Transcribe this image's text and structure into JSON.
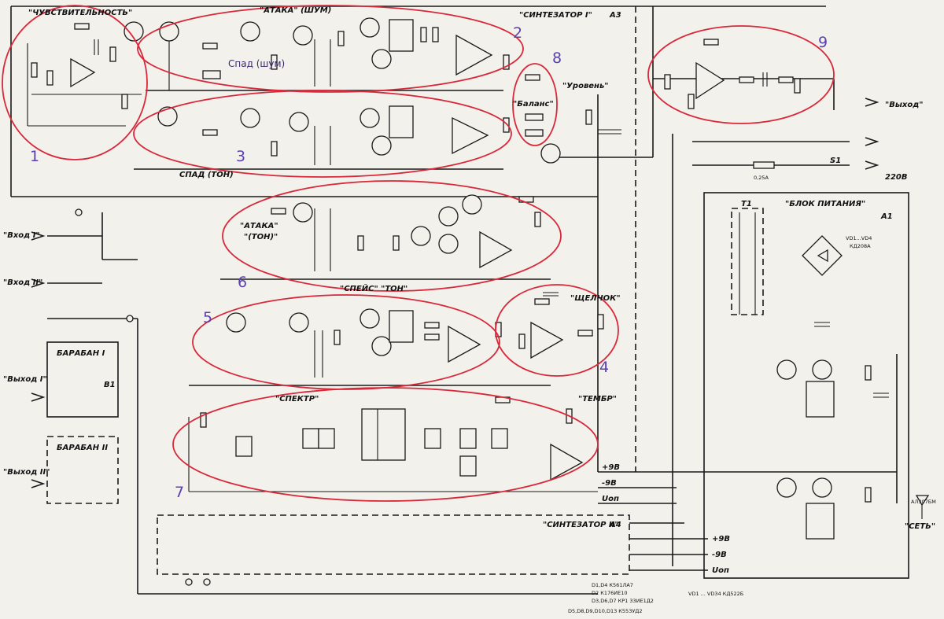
{
  "labels": {
    "sensitivity": "\"ЧУВСТВИТЕЛЬНОСТЬ\"",
    "attack_noise": "\"АТАКА\" (ШУМ)",
    "synth1": "\"СИНТЕЗАТОР I\"",
    "a3": "A3",
    "decay_noise": "Спад (шум)",
    "decay_tone": "СПАД (ТОН)",
    "level": "\"Уровень\"",
    "balance": "\"Баланс\"",
    "attack_tone_1": "\"АТАКА\"",
    "attack_tone_2": "\"(ТОН)\"",
    "power": "\"БЛОК ПИТАНИЯ\"",
    "a1": "A1",
    "t1": "T1",
    "fuse": "0,25А",
    "s1": "S1",
    "mains_v": "220В",
    "output": "\"Выход\"",
    "spaces_tone": "\"СПЕЙС\" \"ТОН\"",
    "click": "\"ЩЕЛЧОК\"",
    "drum1": "БАРАБАН I",
    "drum2": "БАРАБАН II",
    "out1": "\"Выход I\"",
    "out2": "\"Выход II\"",
    "in1": "\"Вход I\"",
    "in2": "\"Вход II\"",
    "spectrum": "\"СПЕКТР\"",
    "timbre": "\"ТЕМБР\"",
    "synth2": "\"СИНТЕЗАТОР II\"",
    "a4": "A4",
    "mains_label": "\"СЕТЬ\"",
    "supply_p9": "+9В",
    "supply_m9": "-9В",
    "uon": "Uоп",
    "b1": "B1",
    "led": "АЛ307БМ",
    "diode_bridge": "КД208А",
    "vd_bridge": "VD1...VD4",
    "parts_note_1": "D1,D4 К561ЛА7",
    "parts_note_2": "D2 К176ИЕ10",
    "parts_note_3": "D3,D6,D7 КР1 33ИЕ1Д2",
    "parts_note_4": "D5,D8,D9,D10,D13 К553УД2",
    "parts_note_5": "VD1 ... VD34  КД522Б"
  },
  "block_numbers": [
    "1",
    "2",
    "3",
    "4",
    "5",
    "6",
    "7",
    "8",
    "9"
  ]
}
